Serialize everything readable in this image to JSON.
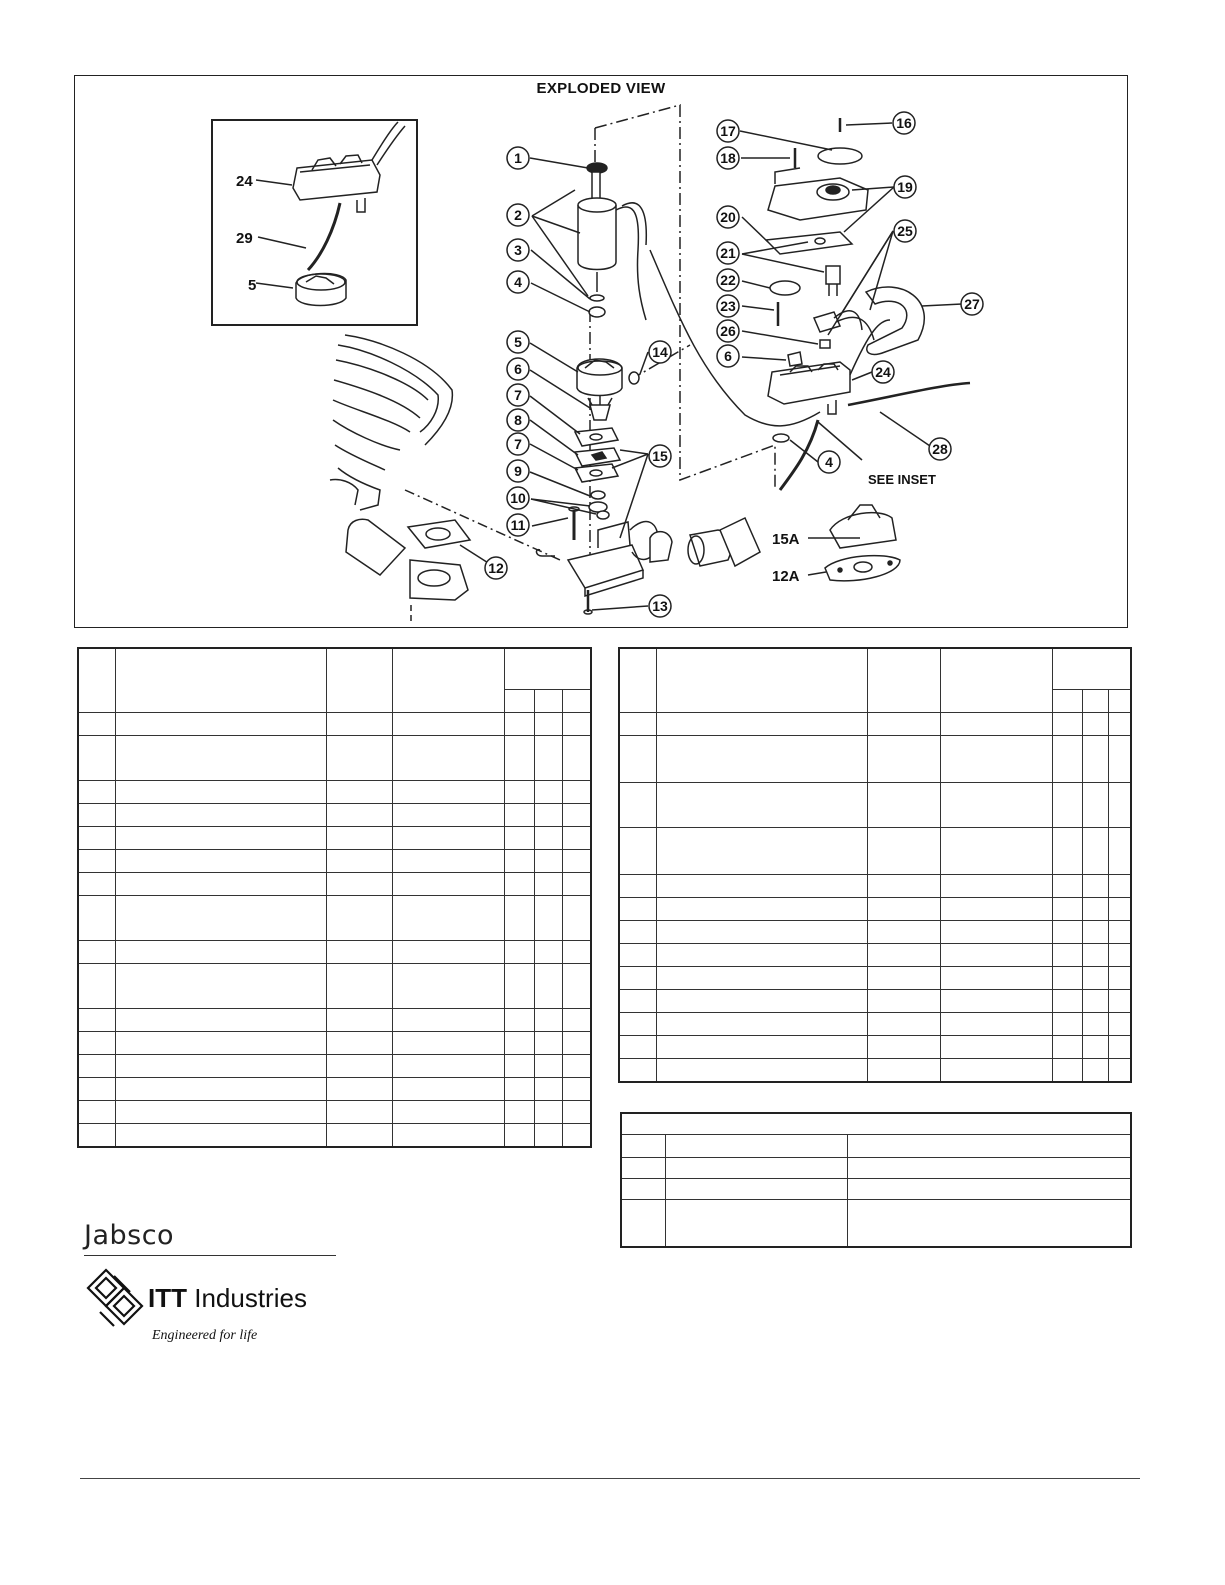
{
  "diagram": {
    "title": "EXPLODED VIEW",
    "see_inset": "SEE INSET",
    "inset_callouts": [
      "24",
      "29",
      "5"
    ],
    "circled_callouts": [
      "1",
      "2",
      "3",
      "4",
      "5",
      "6",
      "7",
      "8",
      "7",
      "9",
      "10",
      "11",
      "12",
      "13",
      "14",
      "15",
      "16",
      "17",
      "18",
      "19",
      "20",
      "21",
      "22",
      "23",
      "25",
      "26",
      "6",
      "24",
      "27",
      "28",
      "4"
    ],
    "plain_callouts": [
      "15A",
      "12A"
    ]
  },
  "brand": {
    "jabsco": "Jabsco",
    "itt_bold": "ITT",
    "itt_rest": " Industries",
    "tagline": "Engineered for life"
  }
}
